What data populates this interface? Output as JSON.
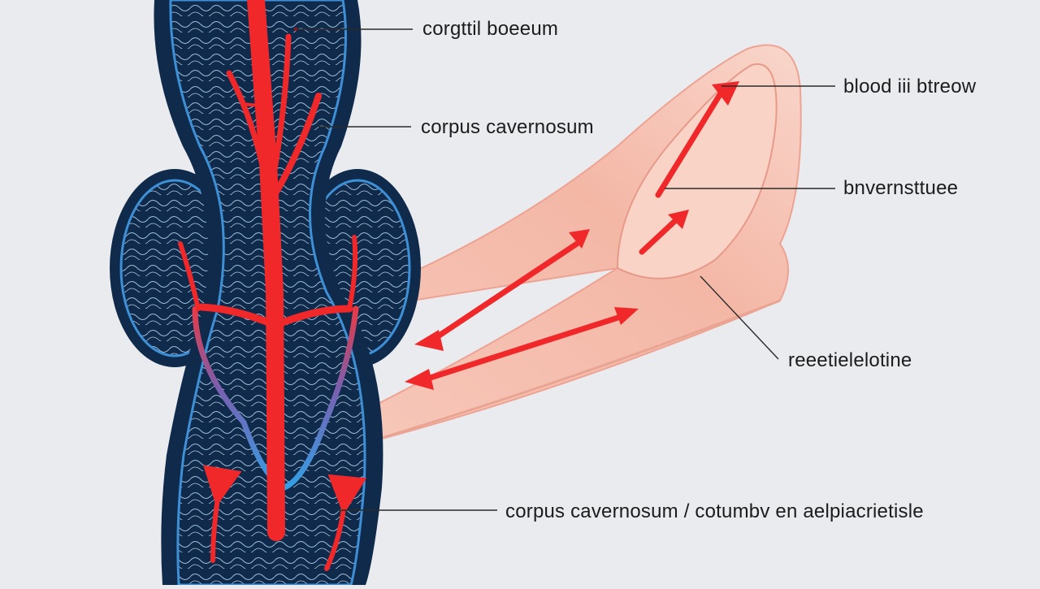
{
  "diagram": {
    "colors": {
      "background": "#e9ebee",
      "outline": "#0f2a4a",
      "inner_blue": "#3d8fd6",
      "artery_red": "#f0282a",
      "vein_blue": "#36a3e6",
      "tissue_pink": "#f6c2b3",
      "leader_line": "#2a2a2a"
    },
    "labels": [
      {
        "id": "corgttil-boeeum",
        "text": "corgttil boeeum"
      },
      {
        "id": "corpus-cavernosum",
        "text": "corpus cavernosum"
      },
      {
        "id": "blood-iii-btreow",
        "text": "blood iii btreow"
      },
      {
        "id": "bnvernsttuee",
        "text": "bnvernsttuee"
      },
      {
        "id": "reeetielelotine",
        "text": "reeetielelotine"
      },
      {
        "id": "corpus-cavernosum-bottom",
        "text": "corpus cavernosum / cotumbv en aelpiacrietisle"
      }
    ]
  }
}
